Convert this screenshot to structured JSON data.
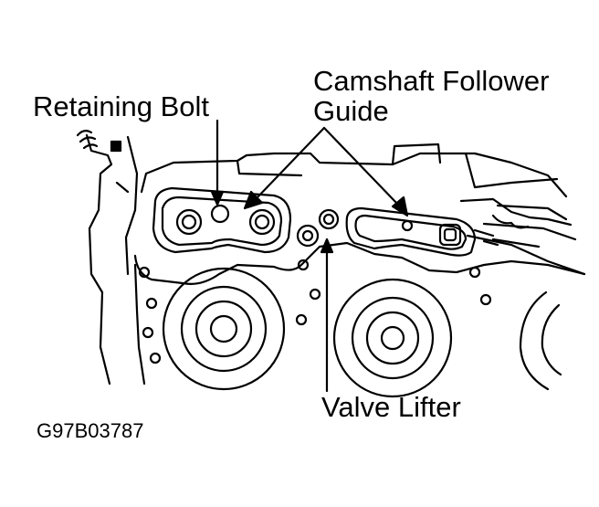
{
  "labels": {
    "retaining_bolt": "Retaining Bolt",
    "camshaft_line1": "Camshaft Follower",
    "camshaft_line2": "Guide",
    "valve_lifter": "Valve Lifter",
    "figure_code": "G97B03787"
  },
  "colors": {
    "ink": "#000000",
    "paper": "#ffffff"
  }
}
